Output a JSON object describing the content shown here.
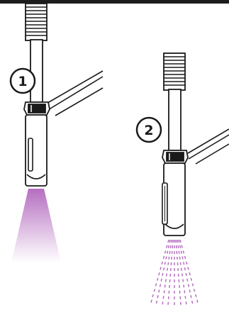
{
  "diagram": {
    "steps": [
      {
        "number": "1",
        "spray_mode": "stream"
      },
      {
        "number": "2",
        "spray_mode": "spray"
      }
    ],
    "colors": {
      "outline": "#1a1a1a",
      "spray": "#a855b5",
      "background": "#ffffff"
    }
  }
}
